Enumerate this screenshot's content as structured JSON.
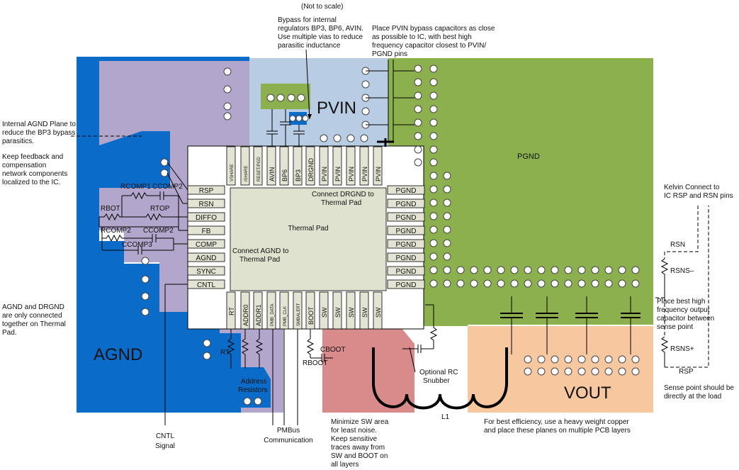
{
  "colors": {
    "agnd": "#0a6cc8",
    "lavender": "#b3a6cc",
    "pvin_light": "#b8cce4",
    "pgnd": "#8db04e",
    "sw": "#d98a8a",
    "vout": "#f7c8a0",
    "thermal_pad": "#e0e2d0",
    "pin_pad": "#e4e4d4"
  },
  "notes": {
    "not_to_scale": "(Not to scale)",
    "bypass": [
      "Bypass for internal",
      "regulators BP3, BP6, AVIN.",
      "Use multiple vias to reduce",
      "parasitic inductance"
    ],
    "pvin_caps": [
      "Place PVIN bypass capacitors as close",
      "as possible to IC, with best high",
      "frequency capacitor closest to PVIN/",
      "PGND pins"
    ],
    "agnd_plane": [
      "Internal AGND Plane to",
      "reduce the BP3 bypass",
      "parasitics."
    ],
    "feedback": [
      "Keep feedback and",
      "compensation",
      "network components",
      "localized to the IC."
    ],
    "agnd_drgnd": [
      "AGND and DRGND",
      "are only connected",
      "together on Thermal",
      "Pad."
    ],
    "kelvin": [
      "Kelvin Connect to",
      "IC RSP and RSN pins"
    ],
    "output_cap": [
      "Place best high",
      "frequency output",
      "capacitor between",
      "sense point"
    ],
    "sense_point": [
      "Sense point should be",
      "directly at the load"
    ],
    "cntl_signal": [
      "CNTL",
      "Signal"
    ],
    "pmbus": [
      "PMBus",
      "Communication"
    ],
    "min_sw": [
      "Minimize SW area",
      "for least noise.",
      "Keep sensitive",
      "traces away from",
      "SW and BOOT on",
      "all layers"
    ],
    "efficiency": [
      "For best efficiency, use a heavy weight copper",
      "and place these planes on multiple PCB layers"
    ],
    "optional_rc": [
      "Optional RC",
      "Snubber"
    ],
    "address_res": [
      "Address",
      "Resistors"
    ],
    "connect_drgnd": [
      "Connect DRGND to",
      "Thermal Pad"
    ],
    "connect_agnd": [
      "Connect AGND to",
      "Thermal Pad"
    ]
  },
  "regions": {
    "agnd": "AGND",
    "pvin": "PVIN",
    "pgnd": "PGND",
    "vout": "VOUT",
    "thermal_pad": "Thermal Pad"
  },
  "pins": {
    "left": [
      "RSP",
      "RSN",
      "DIFFO",
      "FB",
      "COMP",
      "AGND",
      "SYNC",
      "CNTL"
    ],
    "right": [
      "PGND",
      "PGND",
      "PGND",
      "PGND",
      "PGND",
      "PGND",
      "PGND",
      "PGND"
    ],
    "top": [
      "VSHARE",
      "ISHARE",
      "RESET/PGD",
      "AVIN",
      "BP6",
      "BP3",
      "DRGND",
      "PVIN",
      "PVIN",
      "PVIN",
      "PVIN"
    ],
    "bottom": [
      "RT",
      "ADDR0",
      "ADDR1",
      "PMB_DATA",
      "PMB_CLK",
      "SMBALERT",
      "BOOT",
      "SW",
      "SW",
      "SW",
      "SW"
    ]
  },
  "components": {
    "rcomp1": "RCOMP1",
    "ccomp2_top": "CCOMP2",
    "rbot": "RBOT",
    "rtop": "RTOP",
    "rcomp2": "RCOMP2",
    "ccomp2": "CCOMP2",
    "ccomp3": "CCOMP3",
    "rt": "RT",
    "cboot": "CBOOT",
    "rboot": "RBOOT",
    "l1": "L1",
    "rsn": "RSN",
    "rsns_minus": "RSNS–",
    "rsns_plus": "RSNS+",
    "rsp": "RSP"
  }
}
